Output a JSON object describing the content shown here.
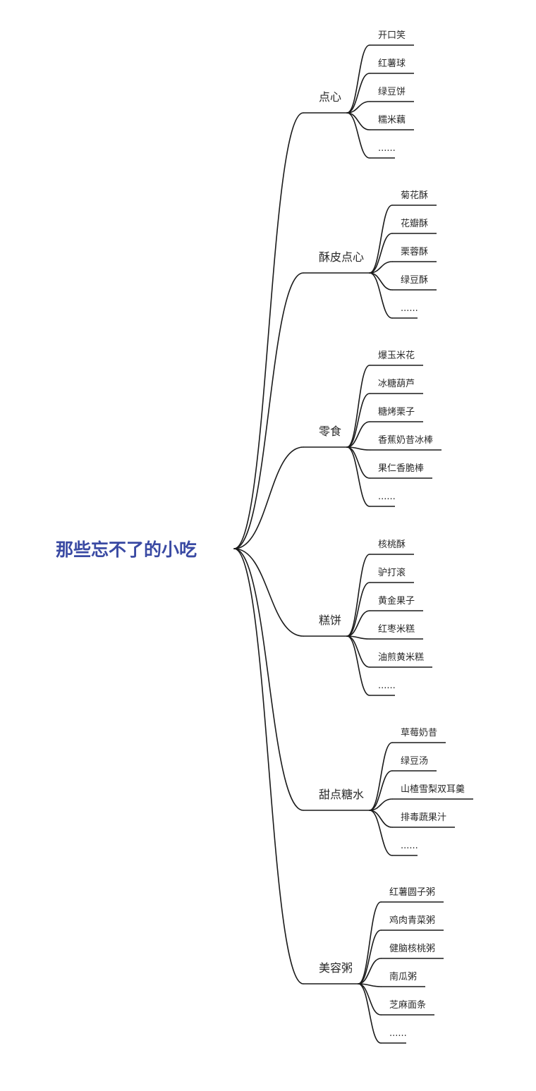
{
  "root": {
    "label": "那些忘不了的小吃"
  },
  "branches": [
    {
      "label": "点心",
      "children": [
        "开口笑",
        "红薯球",
        "绿豆饼",
        "糯米藕",
        "......"
      ]
    },
    {
      "label": "酥皮点心",
      "children": [
        "菊花酥",
        "花瓣酥",
        "栗蓉酥",
        "绿豆酥",
        "......"
      ]
    },
    {
      "label": "零食",
      "children": [
        "爆玉米花",
        "冰糖葫芦",
        "糖烤栗子",
        "香蕉奶昔冰棒",
        "果仁香脆棒",
        "......"
      ]
    },
    {
      "label": "糕饼",
      "children": [
        "核桃酥",
        "驴打滚",
        "黄金果子",
        "红枣米糕",
        "油煎黄米糕",
        "......"
      ]
    },
    {
      "label": "甜点糖水",
      "children": [
        "草莓奶昔",
        "绿豆汤",
        "山楂雪梨双耳羹",
        "排毒蔬果汁",
        "......"
      ]
    },
    {
      "label": "美容粥",
      "children": [
        "红薯圆子粥",
        "鸡肉青菜粥",
        "健脑核桃粥",
        "南瓜粥",
        "芝麻面条",
        "......"
      ]
    }
  ]
}
